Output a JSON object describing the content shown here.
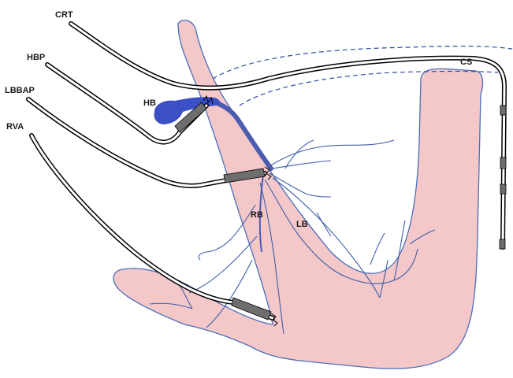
{
  "labels": {
    "crt": "CRT",
    "hbp": "HBP",
    "lbbap": "LBBAP",
    "rva": "RVA",
    "hb": "HB",
    "cs": "CS",
    "rb": "RB",
    "lb": "LB"
  },
  "colors": {
    "myocardium_fill": "#f4c7c9",
    "myocardium_stroke": "#4a6fb8",
    "conduction": "#4a5bb0",
    "his_bundle": "#3a50c4",
    "fibers": "#3d5fa8",
    "lead_outline": "#000000",
    "electrode": "#6e6e6e"
  }
}
